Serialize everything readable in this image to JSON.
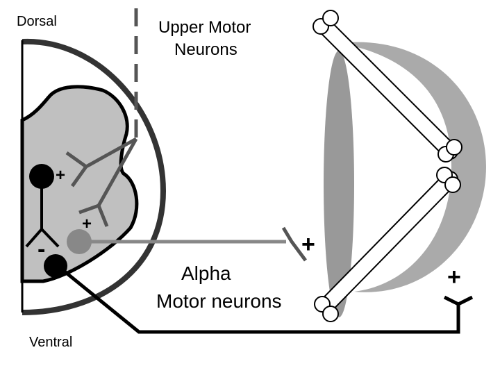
{
  "labels": {
    "dorsal": "Dorsal",
    "ventral": "Ventral",
    "upper_motor_line1": "Upper Motor",
    "upper_motor_line2": "Neurons",
    "alpha_line1": "Alpha",
    "alpha_line2": "Motor neurons"
  },
  "signs": {
    "excitatory": "+",
    "inhibitory": "-"
  },
  "colors": {
    "cord_outline": "#333333",
    "gray_matter": "#c0c0c0",
    "pathway_gray": "#555555",
    "neuron_black": "#000000",
    "neuron_gray": "#888888",
    "muscle_dark": "#999999",
    "muscle_light": "#aaaaaa"
  }
}
